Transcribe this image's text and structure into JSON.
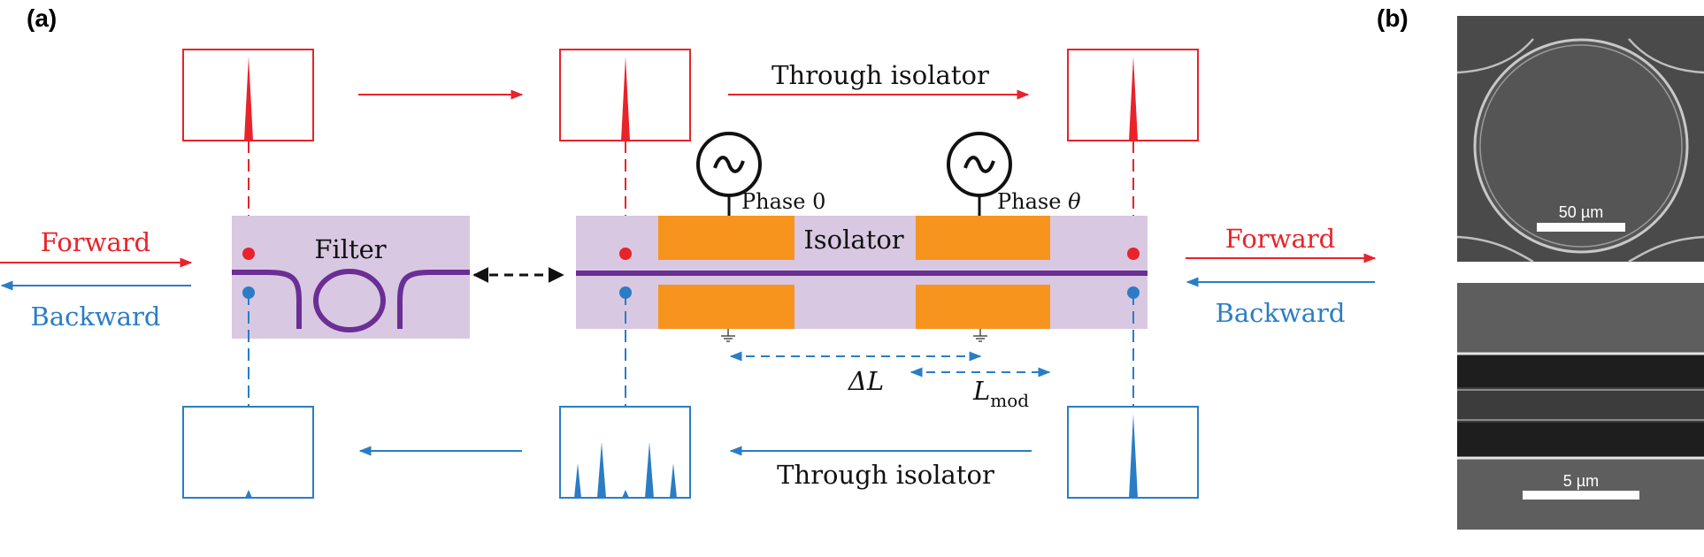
{
  "panel_a_label": "(a)",
  "panel_b_label": "(b)",
  "left_forward": "Forward",
  "left_backward": "Backward",
  "right_forward": "Forward",
  "right_backward": "Backward",
  "filter_label": "Filter",
  "isolator_label": "Isolator",
  "phase_left": "Phase 0",
  "phase_right_prefix": "Phase ",
  "phase_right_symbol": "θ",
  "top_through": "Through isolator",
  "bottom_through": "Through isolator",
  "delta_l": "ΔL",
  "lmod_main": "L",
  "lmod_sub": "mod",
  "scale_top": "50 µm",
  "scale_bottom": "5 µm",
  "colors": {
    "red": "#e8232a",
    "blue": "#2a7dc5",
    "purple_bg": "#d9c8e2",
    "waveguide": "#6a2e95",
    "electrode": "#f7941d"
  },
  "icons": [
    "ac-source-icon",
    "ground-icon"
  ]
}
